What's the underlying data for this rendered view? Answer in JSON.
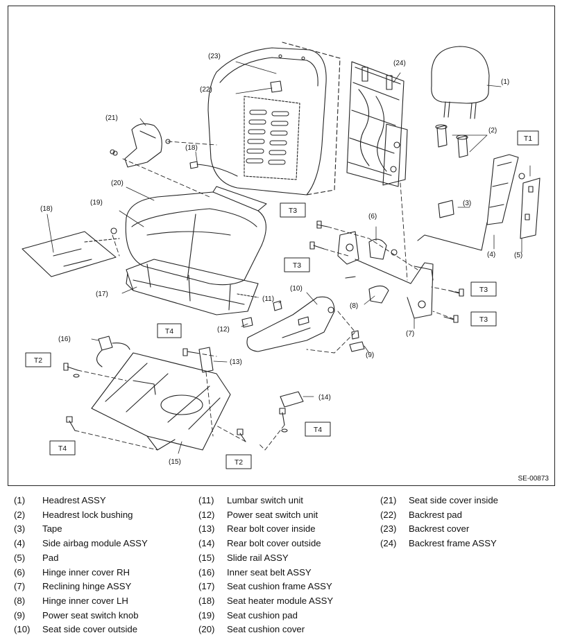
{
  "figure": {
    "code": "SE-00873"
  },
  "callouts": {
    "c1": "(1)",
    "c2": "(2)",
    "c3": "(3)",
    "c4": "(4)",
    "c5": "(5)",
    "c6": "(6)",
    "c7": "(7)",
    "c8": "(8)",
    "c9": "(9)",
    "c10": "(10)",
    "c11": "(11)",
    "c12": "(12)",
    "c13": "(13)",
    "c14": "(14)",
    "c15": "(15)",
    "c16": "(16)",
    "c17": "(17)",
    "c18a": "(18)",
    "c18b": "(18)",
    "c19": "(19)",
    "c20": "(20)",
    "c21": "(21)",
    "c22": "(22)",
    "c23": "(23)",
    "c24": "(24)"
  },
  "torque_labels": {
    "t1": "T1",
    "t2a": "T2",
    "t2b": "T2",
    "t3a": "T3",
    "t3b": "T3",
    "t3c": "T3",
    "t3d": "T3",
    "t4a": "T4",
    "t4b": "T4",
    "t4c": "T4"
  },
  "legend": [
    {
      "num": "(1)",
      "name": "Headrest ASSY"
    },
    {
      "num": "(2)",
      "name": "Headrest lock bushing"
    },
    {
      "num": "(3)",
      "name": "Tape"
    },
    {
      "num": "(4)",
      "name": "Side airbag module ASSY"
    },
    {
      "num": "(5)",
      "name": "Pad"
    },
    {
      "num": "(6)",
      "name": "Hinge inner cover RH"
    },
    {
      "num": "(7)",
      "name": "Reclining hinge ASSY"
    },
    {
      "num": "(8)",
      "name": "Hinge inner cover LH"
    },
    {
      "num": "(9)",
      "name": "Power seat switch knob"
    },
    {
      "num": "(10)",
      "name": "Seat side cover outside"
    },
    {
      "num": "(11)",
      "name": "Lumbar switch unit"
    },
    {
      "num": "(12)",
      "name": "Power seat switch unit"
    },
    {
      "num": "(13)",
      "name": "Rear bolt cover inside"
    },
    {
      "num": "(14)",
      "name": "Rear bolt cover outside"
    },
    {
      "num": "(15)",
      "name": "Slide rail ASSY"
    },
    {
      "num": "(16)",
      "name": "Inner seat belt ASSY"
    },
    {
      "num": "(17)",
      "name": "Seat cushion frame ASSY"
    },
    {
      "num": "(18)",
      "name": "Seat heater module ASSY"
    },
    {
      "num": "(19)",
      "name": "Seat cushion pad"
    },
    {
      "num": "(20)",
      "name": "Seat cushion cover"
    },
    {
      "num": "(21)",
      "name": "Seat side cover inside"
    },
    {
      "num": "(22)",
      "name": "Backrest pad"
    },
    {
      "num": "(23)",
      "name": "Backrest cover"
    },
    {
      "num": "(24)",
      "name": "Backrest frame ASSY"
    }
  ]
}
